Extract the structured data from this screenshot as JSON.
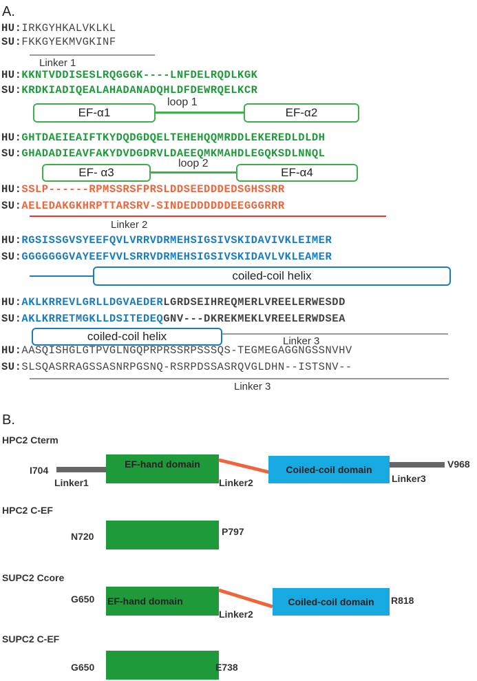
{
  "panel_a": {
    "label": "A.",
    "rows": [
      {
        "hu_tag": "HU:",
        "hu": "IRKGYHKALVKLKL",
        "su_tag": "SU:",
        "su": "FKKGYEKMVGKINF"
      },
      {
        "hu_tag": "HU:",
        "hu": "KKNTVDDISESLRQGGGK----LNFDELRQDLKGK",
        "su_tag": "SU:",
        "su": "KRDKIADIQEALAHADANADQHLDFDEWRQELKCR"
      },
      {
        "hu_tag": "HU:",
        "hu": "GHTDAEIEAIFTKYDQDGDQELTEHEHQQMRDDLEKEREDLDLDH",
        "su_tag": "SU:",
        "su": "GHADADIEAVFAKYDVDGDRVLDAEEQMKMAHDLEGQKSDLNNQL"
      },
      {
        "hu_tag": "HU:",
        "hu": "SSLP------RPMSSRSFPRSLDDSEEDDDEDSGHSSRR",
        "su_tag": "SU:",
        "su": "AELEDAKGKHRPTTARSRV-SINDEDDDDDDEEGGGRRR"
      },
      {
        "hu_tag": "HU:",
        "hu": "RGSISSGVSYEEFQVLVRRVDRMEHSIGSIVSKIDAVIVKLEIMER",
        "su_tag": "SU:",
        "su": "GGGGGGGVAYEEFVVLSRRVDRMEHSIGSIVSKIDAVLVKLEAMER"
      },
      {
        "hu_tag": "HU:",
        "hu_blue": "AKLKRREVLGRLLDGVAEDER",
        "hu_gray": "LGRDSEIHREQMERLVREELERWESDD",
        "su_tag": "SU:",
        "su_blue": "AKLKRRETMGKLLDSITEDEQ",
        "su_gray": "GNV---DKREKMEKLVREELERWDSEA"
      },
      {
        "hu_tag": "HU:",
        "hu": "AASQISHGLGTPVGLNGQPRPRSSRPSSSQS-TEGMEGAGGNGSSNVHV",
        "su_tag": "SU:",
        "su": "SLSQASRRAGSSASNRPGSNQ-RSRPDSSASRQVGLDHN--ISTSNV--"
      }
    ],
    "annotations": {
      "linker1": "Linker 1",
      "ef_a1": "EF-α1",
      "loop1": "loop 1",
      "ef_a2": "EF-α2",
      "ef_a3": "EF- α3",
      "loop2": "loop 2",
      "ef_a4": "EF-α4",
      "linker2": "Linker 2",
      "coiled1": "coiled-coil helix",
      "coiled2": "coiled-coil helix",
      "linker3a": "Linker 3",
      "linker3b": "Linker 3"
    },
    "colors": {
      "green": "#1f9a3a",
      "orange": "#f0643a",
      "blue": "#1a7cc0",
      "gray": "#444444"
    }
  },
  "panel_b": {
    "label": "B.",
    "constructs": [
      {
        "title": "HPC2 Cterm",
        "start": "I704",
        "end": "V968",
        "ef": "EF-hand domain",
        "cc": "Coiled-coil domain",
        "linker1": "Linker1",
        "linker2": "Linker2",
        "linker3": "Linker3"
      },
      {
        "title": "HPC2 C-EF",
        "start": "N720",
        "end": "P797"
      },
      {
        "title": "SUPC2 Ccore",
        "start": "G650",
        "end": "R818",
        "ef": "EF-hand domain",
        "cc": "Coiled-coil domain",
        "linker2": "Linker2"
      },
      {
        "title": "SUPC2 C-EF",
        "start": "G650",
        "end": "E738"
      }
    ],
    "colors": {
      "ef": "#1f9a3a",
      "cc": "#18a9e1",
      "linker": "#f0643a",
      "gray": "#666666"
    }
  }
}
